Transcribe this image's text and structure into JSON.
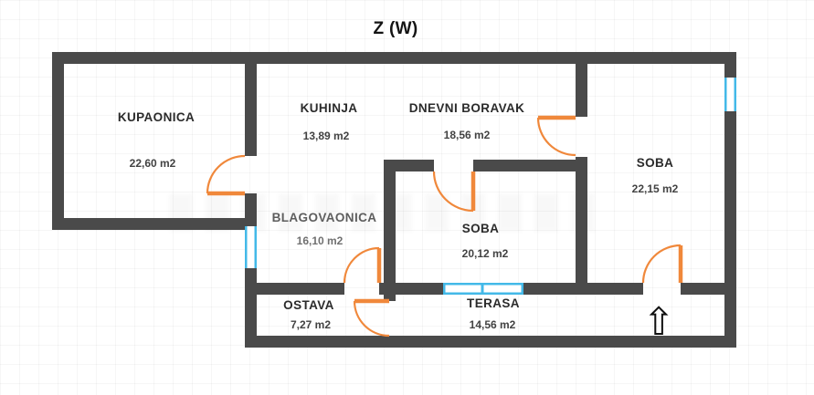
{
  "title": "Z (W)",
  "colors": {
    "wall": "#4a4a4a",
    "door": "#f0883b",
    "window": "#43b9e8",
    "text": "#2b2b2b"
  },
  "icons": {
    "north_arrow": "⇧"
  },
  "rooms": [
    {
      "name": "KUPAONICA",
      "area": "22,60 m2"
    },
    {
      "name": "KUHINJA",
      "area": "13,89 m2"
    },
    {
      "name": "DNEVNI BORAVAK",
      "area": "18,56 m2"
    },
    {
      "name": "SOBA",
      "area": "22,15 m2"
    },
    {
      "name": "BLAGOVAONICA",
      "area": "16,10 m2"
    },
    {
      "name": "SOBA",
      "area": "20,12 m2"
    },
    {
      "name": "OSTAVA",
      "area": "7,27 m2"
    },
    {
      "name": "TERASA",
      "area": "14,56 m2"
    }
  ]
}
